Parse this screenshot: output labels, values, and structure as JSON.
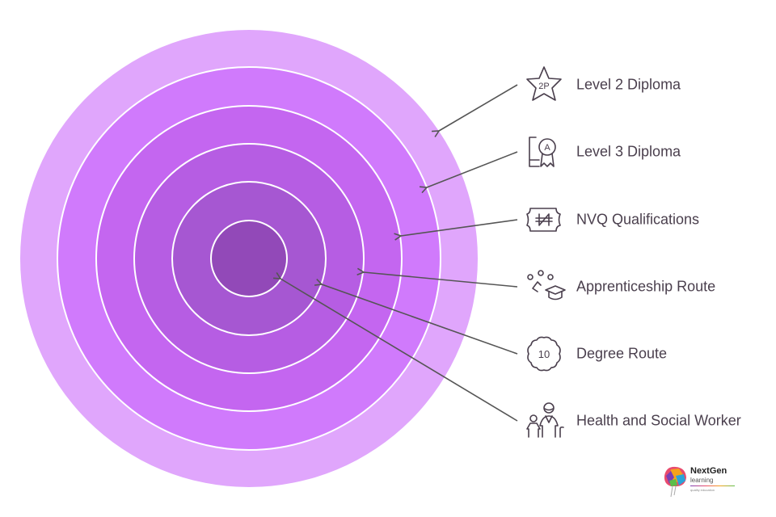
{
  "rings": [
    {
      "label": "Level 2 Diploma",
      "icon": "star-2p-icon",
      "color": "#e0a6fc"
    },
    {
      "label": "Level 3 Diploma",
      "icon": "certificate-award-icon",
      "color": "#d07afc"
    },
    {
      "label": "NVQ Qualifications",
      "icon": "naira-ticket-icon",
      "color": "#c466f0"
    },
    {
      "label": "Apprenticeship Route",
      "icon": "graduation-group-icon",
      "color": "#b65de3"
    },
    {
      "label": "Degree Route",
      "icon": "badge-10-icon",
      "color": "#a657d2"
    },
    {
      "label": "Health and Social Worker",
      "icon": "caregiver-icon",
      "color": "#9249b8"
    }
  ],
  "logo": {
    "name": "NextGen",
    "sub": "learning",
    "tagline": "quality education"
  },
  "colors": {
    "text": "#4a3f4d",
    "arrow": "#555555",
    "ring_border": "#ffffff"
  }
}
